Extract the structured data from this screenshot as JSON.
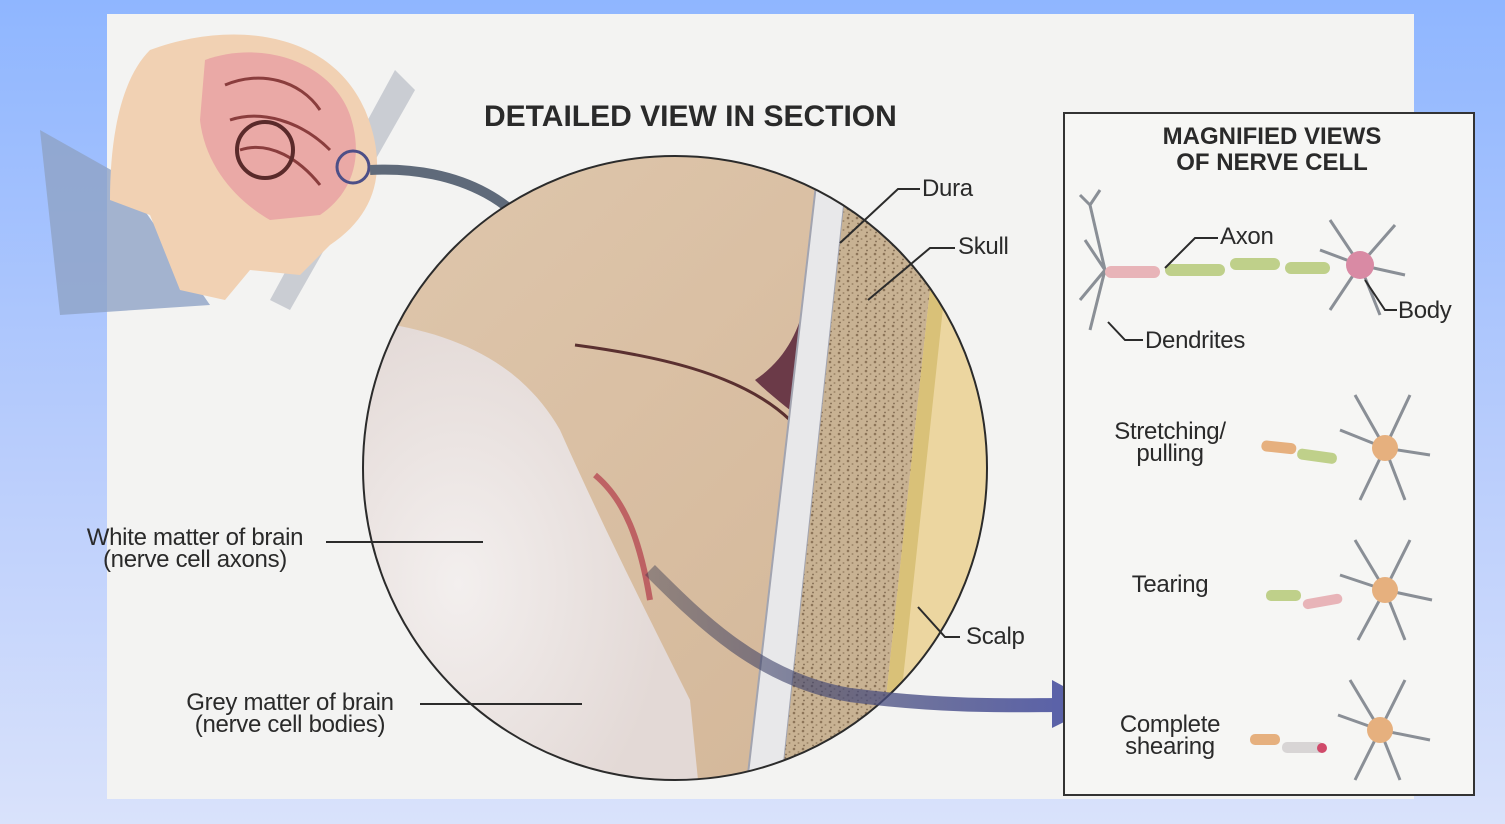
{
  "section_title": "DETAILED VIEW IN SECTION",
  "magnified_title": {
    "line1": "MAGNIFIED VIEWS",
    "line2": "OF NERVE CELL"
  },
  "labels": {
    "dura": "Dura",
    "skull": "Skull",
    "scalp": "Scalp",
    "white_matter": {
      "line1": "White matter of brain",
      "line2": "(nerve cell axons)"
    },
    "grey_matter": {
      "line1": "Grey matter of brain",
      "line2": "(nerve cell bodies)"
    }
  },
  "neuron_labels": {
    "axon": "Axon",
    "body": "Body",
    "dendrites": "Dendrites"
  },
  "injury_stages": {
    "stretching": {
      "line1": "Stretching/",
      "line2": "pulling"
    },
    "tearing": "Tearing",
    "shearing": {
      "line1": "Complete",
      "line2": "shearing"
    }
  },
  "colors": {
    "background": "#a9c3fb",
    "panel": "#f3f3f2",
    "grey_matter": "#dcc0a4",
    "white_matter": "#ece6e4",
    "skull": "#c9b394",
    "scalp": "#ecd6a0",
    "arrow": "#5a5f8e",
    "axon_green": "#bfd08a",
    "axon_pink": "#e8b4b8",
    "cell_body_orange": "#e6b07e"
  },
  "icons": [
    "head-profile-illustration",
    "magnify-arrow",
    "neuron-icon"
  ]
}
